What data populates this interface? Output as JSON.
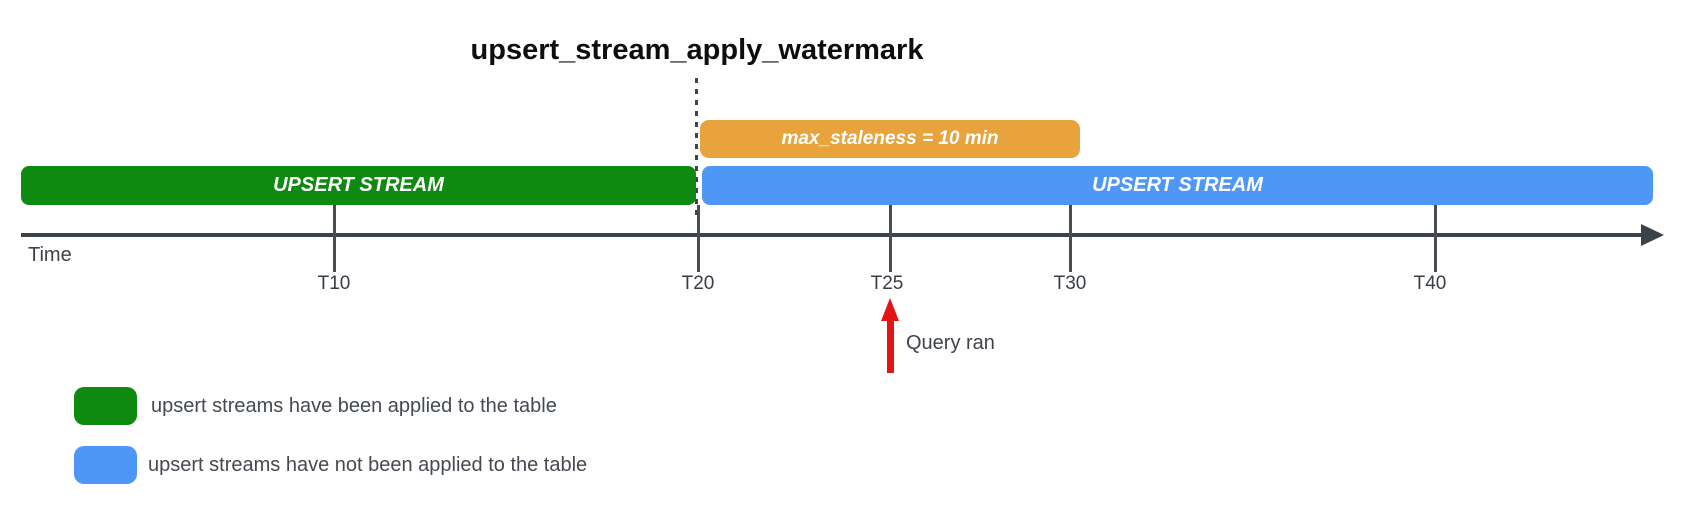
{
  "title": "upsert_stream_apply_watermark",
  "colors": {
    "applied_green": "#0E8A10",
    "not_applied_blue": "#4F97F7",
    "staleness_orange": "#E8A33D",
    "query_arrow_red": "#E31414",
    "axis_dark": "#3C4249",
    "tick_gray": "#484D54",
    "text_gray": "#3F444B"
  },
  "bars": {
    "staleness": {
      "label": "max_staleness = 10 min",
      "color": "#E8A33D"
    },
    "applied": {
      "label": "UPSERT STREAM",
      "color": "#0E8A10"
    },
    "not_applied": {
      "label": "UPSERT STREAM",
      "color": "#4F97F7"
    }
  },
  "timeline": {
    "axis_label": "Time",
    "axis_color": "#3C4249",
    "tick_color": "#484D54",
    "ticks": [
      {
        "label": "T10"
      },
      {
        "label": "T20"
      },
      {
        "label": "T25"
      },
      {
        "label": "T30"
      },
      {
        "label": "T40"
      }
    ]
  },
  "annotation": {
    "label": "Query ran",
    "at_tick": "T25",
    "arrow_color": "#E31414"
  },
  "legend": [
    {
      "color": "#0E8A10",
      "label": "upsert streams have been applied to the table"
    },
    {
      "color": "#4F97F7",
      "label": "upsert streams have not been applied to the table"
    }
  ]
}
